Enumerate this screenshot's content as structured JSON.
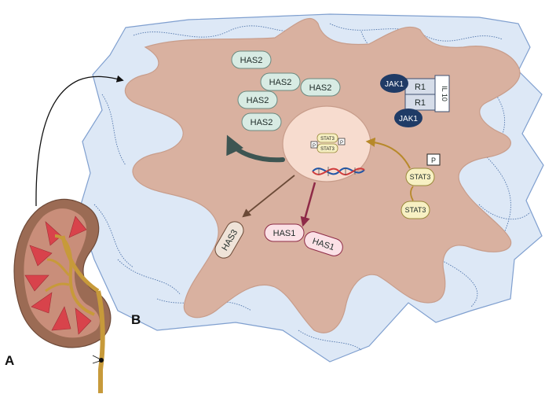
{
  "panel_labels": {
    "a": "A",
    "b": "B"
  },
  "has2_labels": [
    "HAS2",
    "HAS2",
    "HAS2",
    "HAS2",
    "HAS2"
  ],
  "receptor": {
    "jak_top": "JAK1",
    "jak_bottom": "JAK1",
    "r1_top": "R1",
    "r1_bottom": "R1",
    "ligand": "IL 10"
  },
  "nucleus": {
    "stat3_top": "STAT3",
    "stat3_bottom": "STAT3",
    "p_left": "P",
    "p_right": "P"
  },
  "cytoplasm": {
    "stat3_phospho": "STAT3",
    "stat3_phospho_p": "P",
    "stat3_free": "STAT3"
  },
  "has3_label": "HAS3",
  "has1_labels": [
    "HAS1",
    "HAS1"
  ],
  "colors": {
    "ecm_fill": "#dde8f6",
    "ecm_stroke": "#7f9fcf",
    "cell_fill": "#d9b1a0",
    "cell_stroke": "#c89d8b",
    "nucleus_fill": "#f7dccf",
    "has2_fill": "#d8ebe3",
    "has2_arrow": "#3e5552",
    "has3_fill": "#efe3d8",
    "has3_arrow": "#6b4a37",
    "has1_fill": "#fbe1e6",
    "has1_stroke": "#8e2a47",
    "stat3_fill": "#f7f0c3",
    "stat3_arrow": "#b7892a",
    "jak1_fill": "#1f3b66",
    "r1_fill": "#d6dde9",
    "kidney_cortex": "#9b6b54",
    "kidney_pyramid": "#d8434b",
    "ureter": "#c79a3a"
  },
  "icons": [
    "kidney-icon",
    "dna-icon",
    "curved-arrow-icon"
  ]
}
